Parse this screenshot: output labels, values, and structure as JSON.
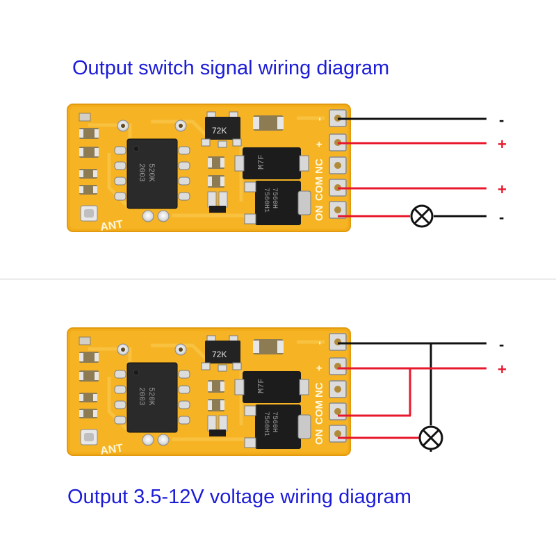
{
  "titles": {
    "top": "Output switch signal wiring diagram",
    "bottom": "Output 3.5-12V voltage wiring diagram"
  },
  "board": {
    "antenna_label": "ANT",
    "pins": [
      "-",
      "+",
      "NC",
      "COM",
      "ON"
    ],
    "ic_marking": [
      "520K",
      "2003"
    ],
    "sot_marking": "72K",
    "diode_marking": "M7F",
    "relay_marking": [
      "7560H",
      "7560H1"
    ]
  },
  "diagram_top": {
    "terminal_signs": [
      "-",
      "+",
      "+",
      "-"
    ],
    "load": "lamp"
  },
  "diagram_bottom": {
    "terminal_signs": [
      "-",
      "+"
    ],
    "load": "lamp"
  },
  "colors": {
    "title": "#1c1cd8",
    "wire_red": "#e8182c",
    "wire_black": "#111111",
    "pcb": "#f5b01c",
    "sign_red": "#e8182c",
    "sign_black": "#111111"
  },
  "icons": [
    "lamp-icon"
  ]
}
